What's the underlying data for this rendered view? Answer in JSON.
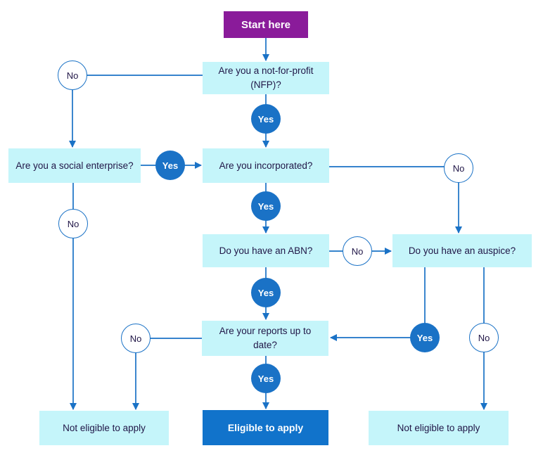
{
  "palette": {
    "purple": "#8A1B9A",
    "cyan": "#C5F5FA",
    "blue": "#1173CB",
    "circle_blue": "#1A72C6",
    "line_blue": "#1A72C6",
    "dark_text": "#201647"
  },
  "nodes": {
    "start": "Start here",
    "nfp": "Are you a not-for-profit (NFP)?",
    "social": "Are you a social enterprise?",
    "incorporated": "Are you incorporated?",
    "abn": "Do you have an ABN?",
    "auspice": "Do you have an auspice?",
    "reports": "Are your reports up to date?",
    "not_eligible_left": "Not eligible to apply",
    "eligible": "Eligible to apply",
    "not_eligible_right": "Not eligible to apply"
  },
  "labels": {
    "yes": "Yes",
    "no": "No"
  }
}
